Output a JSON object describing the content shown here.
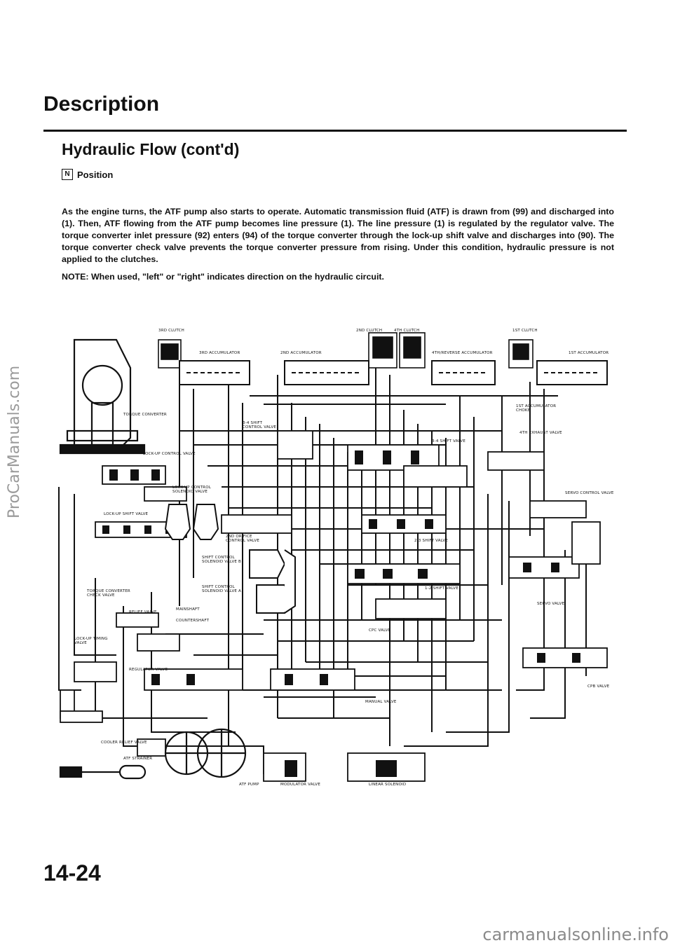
{
  "watermark_side": "ProCarManuals.com",
  "watermark_bottom": "carmanualsonline.info",
  "header": {
    "title": "Description",
    "subtitle": "Hydraulic Flow (cont'd)",
    "position_box": "N",
    "position_label": "Position"
  },
  "body": {
    "paragraph": "As the engine turns, the ATF pump also starts to operate. Automatic transmission fluid (ATF) is drawn from (99) and discharged into (1). Then, ATF flowing from the ATF pump becomes line pressure (1). The line pressure (1) is regulated by the regulator valve. The torque converter inlet pressure (92) enters (94) of the torque converter through the lock-up shift valve and discharges into (90). The torque converter check valve prevents the torque converter pressure from rising. Under this condition, hydraulic pressure is not applied to the clutches.",
    "note": "NOTE: When used, \"left\" or \"right\" indicates direction on the hydraulic circuit."
  },
  "diagram_labels": {
    "third_clutch": "3RD CLUTCH",
    "second_clutch": "2ND CLUTCH",
    "fourth_clutch": "4TH CLUTCH",
    "first_clutch": "1ST CLUTCH",
    "third_accumulator": "3RD ACCUMULATOR",
    "second_accumulator": "2ND ACCUMULATOR",
    "fourth_reverse_accumulator": "4TH/REVERSE ACCUMULATOR",
    "first_accumulator": "1ST ACCUMULATOR",
    "first_accumulator_choke": "1ST ACCUMULATOR CHOKE",
    "fourth_exhaust_valve": "4TH EXHAUST VALVE",
    "torque_converter": "TORQUE CONVERTER",
    "three_four_shift_control": "3-4 SHIFT CONTROL VALVE",
    "three_four_shift": "3-4 SHIFT VALVE",
    "lockup_control": "LOCK-UP CONTROL VALVE",
    "lockup_control_solenoid": "LOCK-UP CONTROL SOLENOID VALVE",
    "servo_control": "SERVO CONTROL VALVE",
    "lockup_shift": "LOCK-UP SHIFT VALVE",
    "second_orifice_control": "2ND ORIFICE CONTROL VALVE",
    "two_three_shift": "2-3 SHIFT VALVE",
    "shift_control_solenoid_b": "SHIFT CONTROL SOLENOID VALVE B",
    "shift_control_solenoid_a": "SHIFT CONTROL SOLENOID VALVE A",
    "one_two_shift": "1-2 SHIFT VALVE",
    "torque_converter_check": "TORQUE CONVERTER CHECK VALVE",
    "mainshaft": "MAINSHAFT",
    "countershaft": "COUNTERSHAFT",
    "servo_valve": "SERVO VALVE",
    "relief_valve": "RELIEF VALVE",
    "cpc_valve": "CPC VALVE",
    "lockup_timing": "LOCK-UP TIMING VALVE",
    "regulator_valve": "REGULATOR VALVE",
    "cpb_valve": "CPB VALVE",
    "manual_valve": "MANUAL VALVE",
    "cooler_relief": "COOLER RELIEF VALVE",
    "atf_strainer": "ATF STRAINER",
    "atf_pump": "ATF PUMP",
    "modulator_valve": "MODULATOR VALVE",
    "linear_solenoid": "LINEAR SOLENOID"
  },
  "page_number": "14-24"
}
